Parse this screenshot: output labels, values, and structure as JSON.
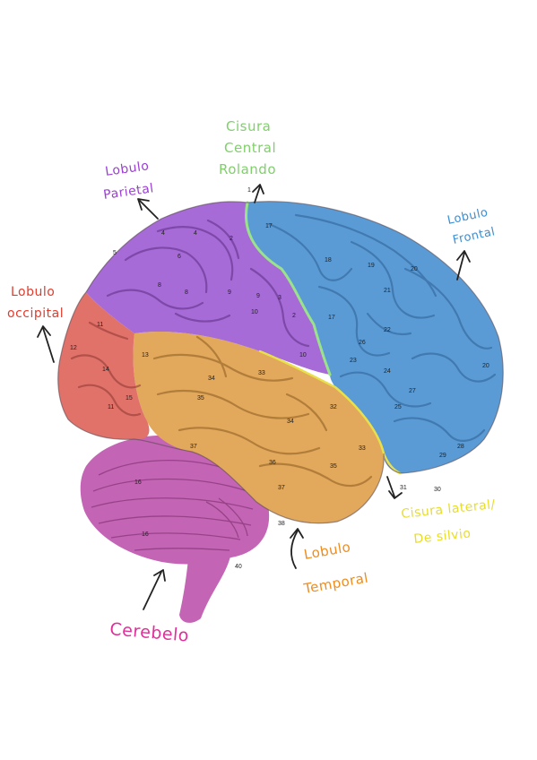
{
  "colors": {
    "frontal": "#5b9bd5",
    "parietal": "#a66bd6",
    "occipital": "#e0726a",
    "temporal": "#e2a85c",
    "cerebellum": "#c464b4",
    "central_fissure": "#9be38a",
    "lateral_fissure": "#e8e04a",
    "label_frontal": "#3a8fd6",
    "label_parietal": "#9b3fd1",
    "label_occipital": "#e23c2c",
    "label_temporal": "#f08c1e",
    "label_cerebellum": "#e0309a",
    "label_central": "#7fd06a",
    "label_lateral": "#e8dd2a"
  },
  "labels": {
    "central_line1": "Cisura",
    "central_line2": "Central",
    "central_line3": "Rolando",
    "parietal_line1": "Lobulo",
    "parietal_line2": "Parietal",
    "frontal_line1": "Lobulo",
    "frontal_line2": "Frontal",
    "occipital_line1": "Lobulo",
    "occipital_line2": "occipital",
    "lateral_line1": "Cisura lateral/",
    "lateral_line2": "De silvio",
    "temporal_line1": "Lobulo",
    "temporal_line2": "Temporal",
    "cerebellum": "Cerebelo"
  },
  "numbers": {
    "n1": "1",
    "n2a": "2",
    "n2b": "2",
    "n3": "3",
    "n4a": "4",
    "n4b": "4",
    "n5": "5",
    "n6": "6",
    "n8a": "8",
    "n8b": "8",
    "n9a": "9",
    "n9b": "9",
    "n10a": "10",
    "n10b": "10",
    "n11a": "11",
    "n11b": "11",
    "n12": "12",
    "n13": "13",
    "n14": "14",
    "n15": "15",
    "n16a": "16",
    "n16b": "16",
    "n17a": "17",
    "n17b": "17",
    "n18": "18",
    "n19": "19",
    "n20a": "20",
    "n20b": "20",
    "n21": "21",
    "n22": "22",
    "n23": "23",
    "n24": "24",
    "n25": "25",
    "n26": "26",
    "n27": "27",
    "n28": "28",
    "n29": "29",
    "n30": "30",
    "n31": "31",
    "n32": "32",
    "n33a": "33",
    "n33b": "33",
    "n34a": "34",
    "n34b": "34",
    "n35a": "35",
    "n35b": "35",
    "n36": "36",
    "n37a": "37",
    "n37b": "37",
    "n38": "38",
    "n40": "40"
  }
}
